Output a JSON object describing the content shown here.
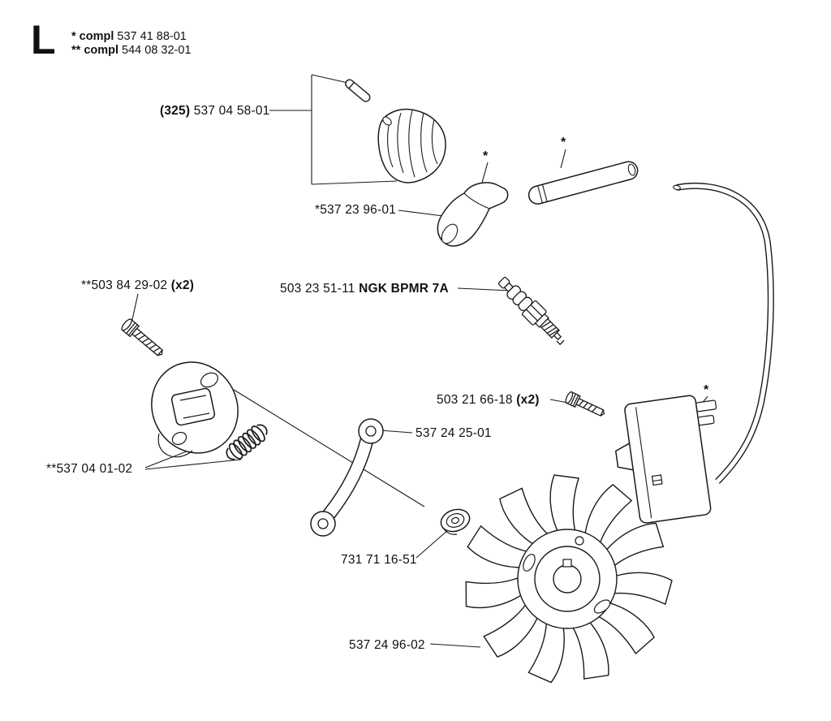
{
  "header": {
    "section_letter": "L",
    "notes": [
      {
        "bold": "* compl",
        "number": "537 41 88-01"
      },
      {
        "bold": "** compl",
        "number": "544 08 32-01"
      }
    ]
  },
  "labels": {
    "boot": {
      "bold": "(325)",
      "number": "537 04 58-01"
    },
    "elbow": {
      "number": "*537 23 96-01"
    },
    "spark_plug": {
      "number": "503 23 51-11",
      "bold": "NGK BPMR 7A"
    },
    "clutch_screws": {
      "number": "**503 84 29-02",
      "bold": "(x2)"
    },
    "carrier": {
      "number": "**537 04 01-02"
    },
    "link": {
      "number": "537 24 25-01"
    },
    "module_screws": {
      "number": "503 21 66-18",
      "bold": "(x2)"
    },
    "nut": {
      "number": "731 71 16-51"
    },
    "flywheel": {
      "number": "537 24 96-02"
    }
  },
  "marks": {
    "elbow": "*",
    "tube": "*",
    "module": "*"
  },
  "colors": {
    "line": "#1a1a1a",
    "background": "#ffffff"
  }
}
